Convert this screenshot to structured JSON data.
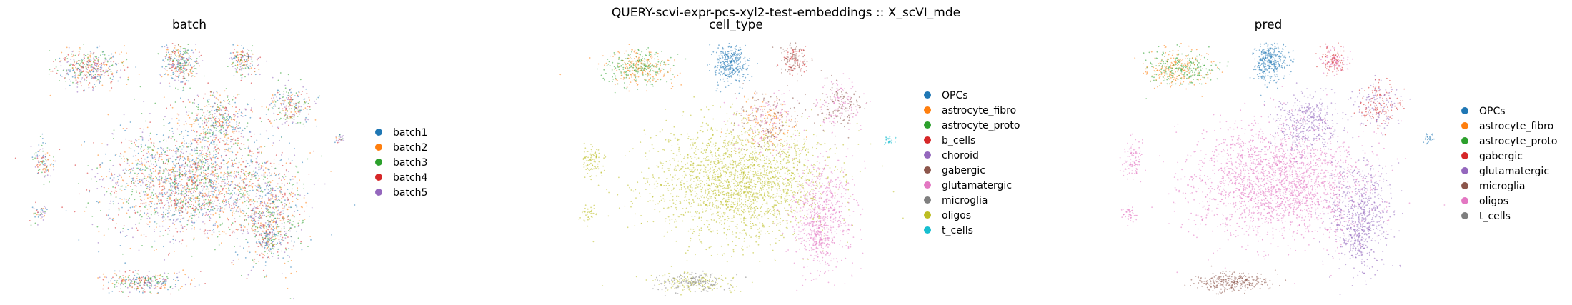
{
  "suptitle": "QUERY-scvi-expr-pcs-xyl2-test-embeddings :: X_scVI_mde",
  "palette": {
    "blue": "#1f77b4",
    "orange": "#ff7f0e",
    "green": "#2ca02c",
    "red": "#d62728",
    "purple": "#9467bd",
    "brown": "#8c564b",
    "pink": "#e377c2",
    "gray": "#7f7f7f",
    "olive": "#bcbd22",
    "cyan": "#17becf"
  },
  "chart_data": [
    {
      "type": "scatter",
      "title": "batch",
      "legend_placement": "right",
      "grid": false,
      "axes_visible": false,
      "legend": [
        {
          "label": "batch1",
          "color": "#1f77b4"
        },
        {
          "label": "batch2",
          "color": "#ff7f0e"
        },
        {
          "label": "batch3",
          "color": "#2ca02c"
        },
        {
          "label": "batch4",
          "color": "#d62728"
        },
        {
          "label": "batch5",
          "color": "#9467bd"
        }
      ]
    },
    {
      "type": "scatter",
      "title": "cell_type",
      "legend_placement": "right",
      "grid": false,
      "axes_visible": false,
      "legend": [
        {
          "label": "OPCs",
          "color": "#1f77b4"
        },
        {
          "label": "astrocyte_fibro",
          "color": "#ff7f0e"
        },
        {
          "label": "astrocyte_proto",
          "color": "#2ca02c"
        },
        {
          "label": "b_cells",
          "color": "#d62728"
        },
        {
          "label": "choroid",
          "color": "#9467bd"
        },
        {
          "label": "gabergic",
          "color": "#8c564b"
        },
        {
          "label": "glutamatergic",
          "color": "#e377c2"
        },
        {
          "label": "microglia",
          "color": "#7f7f7f"
        },
        {
          "label": "oligos",
          "color": "#bcbd22"
        },
        {
          "label": "t_cells",
          "color": "#17becf"
        }
      ]
    },
    {
      "type": "scatter",
      "title": "pred",
      "legend_placement": "right",
      "grid": false,
      "axes_visible": false,
      "legend": [
        {
          "label": "OPCs",
          "color": "#1f77b4"
        },
        {
          "label": "astrocyte_fibro",
          "color": "#ff7f0e"
        },
        {
          "label": "astrocyte_proto",
          "color": "#2ca02c"
        },
        {
          "label": "gabergic",
          "color": "#d62728"
        },
        {
          "label": "glutamatergic",
          "color": "#9467bd"
        },
        {
          "label": "microglia",
          "color": "#8c564b"
        },
        {
          "label": "oligos",
          "color": "#e377c2"
        },
        {
          "label": "t_cells",
          "color": "#7f7f7f"
        }
      ]
    }
  ]
}
